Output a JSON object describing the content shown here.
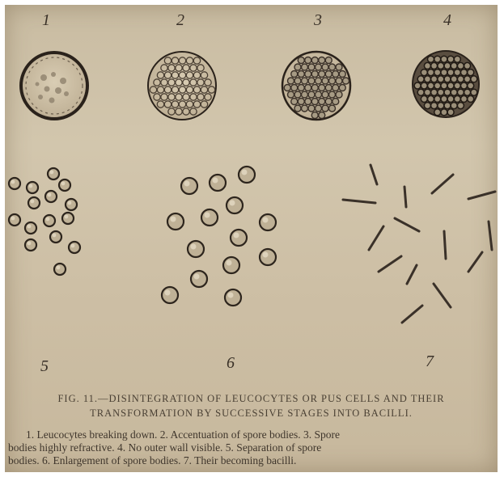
{
  "figure": {
    "labels": [
      "1",
      "2",
      "3",
      "4",
      "5",
      "6",
      "7"
    ],
    "title_line1": "FIG. 11.—DISINTEGRATION OF LEUCOCYTES OR PUS CELLS AND THEIR",
    "title_line2": "TRANSFORMATION BY SUCCESSIVE STAGES INTO BACILLI.",
    "description_line1": "1. Leucocytes breaking down. 2. Accentuation of spore bodies. 3. Spore",
    "description_line2": "bodies highly refractive. 4. No outer wall visible. 5. Separation of spore",
    "description_line3": "bodies. 6. Enlargement of spore bodies. 7. Their becoming bacilli."
  },
  "colors": {
    "ink": "#2f2821",
    "paper": "#cdbfa5"
  }
}
